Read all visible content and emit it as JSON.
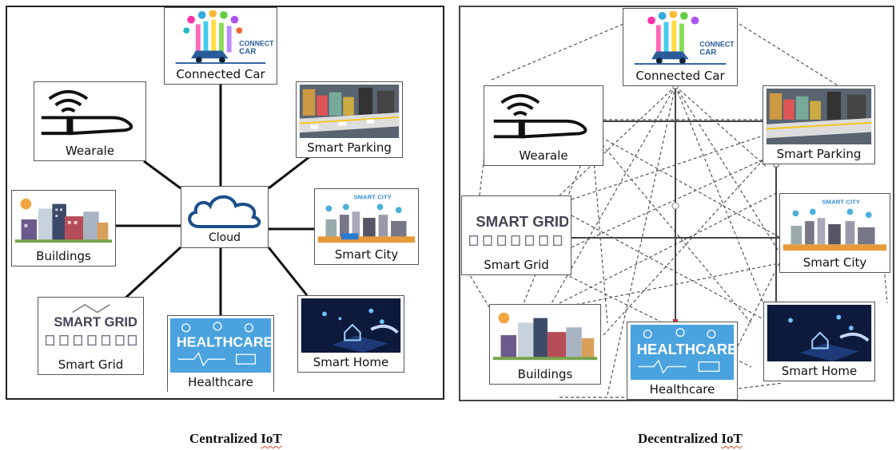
{
  "centralized": {
    "hub_label": "Cloud",
    "nodes": {
      "connected_car": "Connected Car",
      "wearable": "Wearale",
      "smart_parking": "Smart Parking",
      "buildings": "Buildings",
      "smart_city": "Smart City",
      "smart_grid": "Smart Grid",
      "healthcare": "Healthcare",
      "smart_home": "Smart Home"
    },
    "caption_a": "Centralized",
    "caption_b": "IoT"
  },
  "decentralized": {
    "nodes": {
      "connected_car": "Connected Car",
      "wearable": "Wearale",
      "smart_parking": "Smart Parking",
      "smart_grid": "Smart Grid",
      "smart_city": "Smart City",
      "buildings": "Buildings",
      "healthcare": "Healthcare",
      "smart_home": "Smart Home"
    },
    "caption_a": "Decentralized",
    "caption_b": "IoT"
  },
  "thumb_text": {
    "car_line1": "CONNECTED",
    "car_line2": "CAR",
    "grid": "SMART GRID",
    "health": "HEALTHCARE",
    "city": "SMART CITY"
  }
}
